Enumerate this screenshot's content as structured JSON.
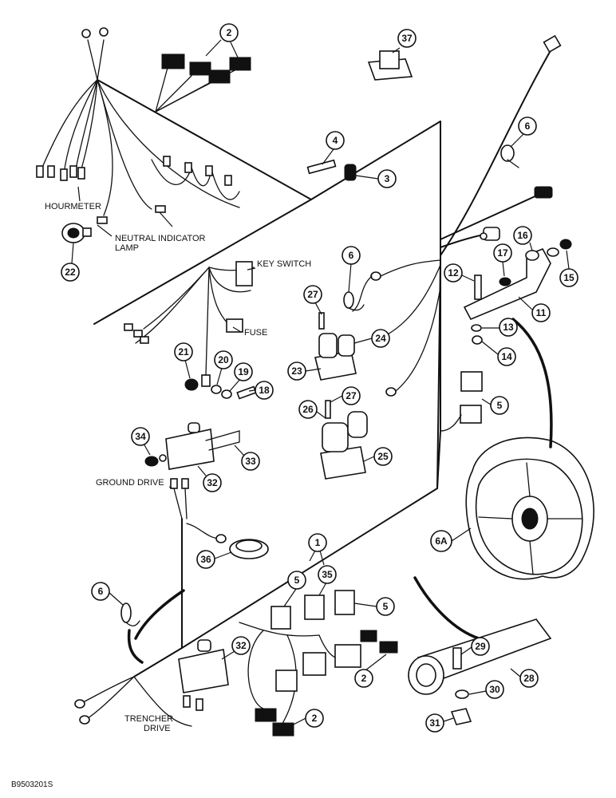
{
  "labels": {
    "hourmeter": "HOURMETER",
    "neutral_indicator_line1": "NEUTRAL INDICATOR",
    "neutral_indicator_line2": "LAMP",
    "key_switch": "KEY SWITCH",
    "fuse": "FUSE",
    "ground_drive": "GROUND DRIVE",
    "trencher_drive_line1": "TRENCHER",
    "trencher_drive_line2": "DRIVE"
  },
  "figure_ref": "B9503201S",
  "callouts": [
    {
      "id": "c1",
      "text": "1"
    },
    {
      "id": "c2a",
      "text": "2"
    },
    {
      "id": "c2b",
      "text": "2"
    },
    {
      "id": "c2c",
      "text": "2"
    },
    {
      "id": "c3",
      "text": "3"
    },
    {
      "id": "c4",
      "text": "4"
    },
    {
      "id": "c5a",
      "text": "5"
    },
    {
      "id": "c5b",
      "text": "5"
    },
    {
      "id": "c5c",
      "text": "5"
    },
    {
      "id": "c6a",
      "text": "6"
    },
    {
      "id": "c6b",
      "text": "6"
    },
    {
      "id": "c6c",
      "text": "6"
    },
    {
      "id": "c6A",
      "text": "6A"
    },
    {
      "id": "c11",
      "text": "11"
    },
    {
      "id": "c12",
      "text": "12"
    },
    {
      "id": "c13",
      "text": "13"
    },
    {
      "id": "c14",
      "text": "14"
    },
    {
      "id": "c15",
      "text": "15"
    },
    {
      "id": "c16",
      "text": "16"
    },
    {
      "id": "c17",
      "text": "17"
    },
    {
      "id": "c18",
      "text": "18"
    },
    {
      "id": "c19",
      "text": "19"
    },
    {
      "id": "c20",
      "text": "20"
    },
    {
      "id": "c21",
      "text": "21"
    },
    {
      "id": "c22",
      "text": "22"
    },
    {
      "id": "c23",
      "text": "23"
    },
    {
      "id": "c24",
      "text": "24"
    },
    {
      "id": "c25",
      "text": "25"
    },
    {
      "id": "c26",
      "text": "26"
    },
    {
      "id": "c27a",
      "text": "27"
    },
    {
      "id": "c27b",
      "text": "27"
    },
    {
      "id": "c28",
      "text": "28"
    },
    {
      "id": "c29",
      "text": "29"
    },
    {
      "id": "c30",
      "text": "30"
    },
    {
      "id": "c31",
      "text": "31"
    },
    {
      "id": "c32a",
      "text": "32"
    },
    {
      "id": "c32b",
      "text": "32"
    },
    {
      "id": "c33",
      "text": "33"
    },
    {
      "id": "c34",
      "text": "34"
    },
    {
      "id": "c35",
      "text": "35"
    },
    {
      "id": "c36",
      "text": "36"
    },
    {
      "id": "c37",
      "text": "37"
    }
  ]
}
